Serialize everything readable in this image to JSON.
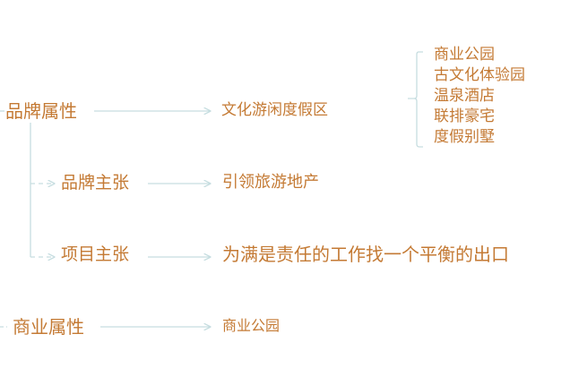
{
  "colors": {
    "text": "#c47a34",
    "line": "#c6dde0"
  },
  "nodes": {
    "brand_attr": "品牌属性",
    "brand_attr_value": "文化游闲度假区",
    "brand_claim": "品牌主张",
    "brand_claim_value": "引领旅游地产",
    "project_claim": "项目主张",
    "project_claim_value": "为满是责任的工作找一个平衡的出口",
    "commercial_attr": "商业属性",
    "commercial_attr_value": "商业公园"
  },
  "sub_items": [
    "商业公园",
    "古文化体验园",
    "温泉酒店",
    "联排豪宅",
    "度假别墅"
  ]
}
